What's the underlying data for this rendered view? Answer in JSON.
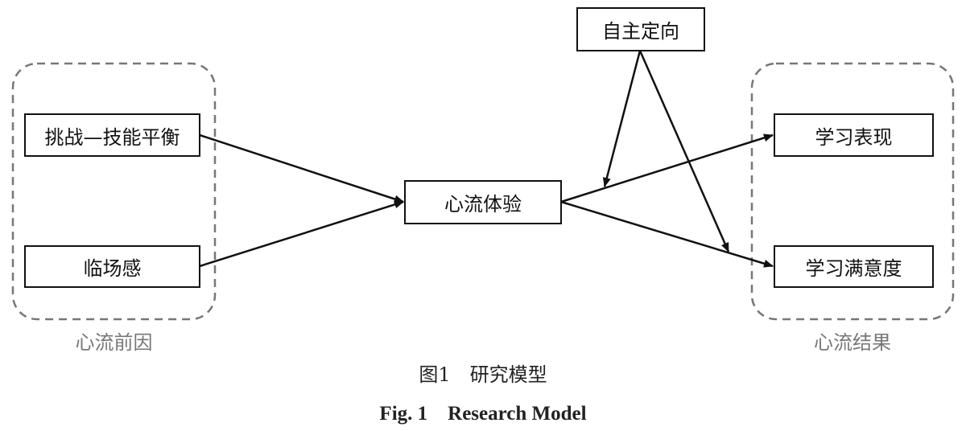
{
  "diagram": {
    "groups": [
      {
        "id": "antecedents",
        "label": "心流前因"
      },
      {
        "id": "outcomes",
        "label": "心流结果"
      }
    ],
    "nodes": [
      {
        "id": "challenge_skill",
        "label": "挑战—技能平衡",
        "group": "antecedents"
      },
      {
        "id": "telepresence",
        "label": "临场感",
        "group": "antecedents"
      },
      {
        "id": "flow",
        "label": "心流体验"
      },
      {
        "id": "autonomy",
        "label": "自主定向",
        "role": "moderator"
      },
      {
        "id": "performance",
        "label": "学习表现",
        "group": "outcomes"
      },
      {
        "id": "satisfaction",
        "label": "学习满意度",
        "group": "outcomes"
      }
    ],
    "edges": [
      {
        "from": "challenge_skill",
        "to": "flow"
      },
      {
        "from": "telepresence",
        "to": "flow"
      },
      {
        "from": "flow",
        "to": "performance"
      },
      {
        "from": "flow",
        "to": "satisfaction"
      },
      {
        "from": "autonomy",
        "to": "flow->performance",
        "type": "moderation"
      },
      {
        "from": "autonomy",
        "to": "flow->satisfaction",
        "type": "moderation"
      }
    ],
    "colors": {
      "stroke": "#111111",
      "group_border": "#777777",
      "group_label": "#777777"
    }
  },
  "caption": {
    "cn": "图1　研究模型",
    "en": "Fig. 1　Research Model"
  }
}
